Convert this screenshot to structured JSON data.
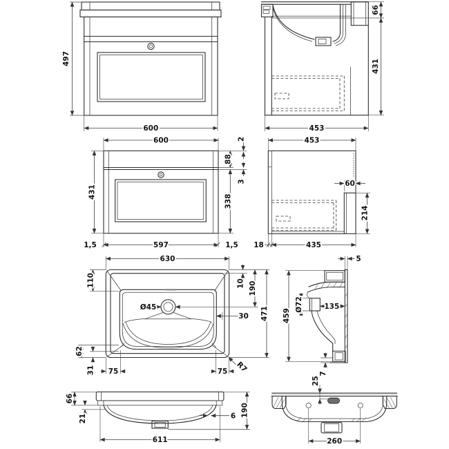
{
  "meta": {
    "background": "#ffffff",
    "line_color": "#2e2e2e",
    "dim_color": "#3d3d3d",
    "overflow_slot_fill": "#6e6e6e"
  },
  "views": {
    "vanity_front": {
      "overall_height": "497",
      "overall_width": "600"
    },
    "vanity_side": {
      "basin_height": "66",
      "cabinet_height": "431",
      "overall_depth": "453"
    },
    "cabinet_front": {
      "overall_width": "600",
      "top_reveal": "2",
      "drawer_front_height": "88",
      "reveal_gap": "3",
      "door_height": "338",
      "cabinet_height": "431",
      "left_gap": "1,5",
      "front_width": "597",
      "right_gap": "1,5"
    },
    "cabinet_side": {
      "overall_depth": "453",
      "back_rail_width": "60",
      "back_rail_height": "214",
      "panel_thickness": "18",
      "internal_depth": "435"
    },
    "basin_plan": {
      "overall_width": "630",
      "edge_to_bowl": "110",
      "rim_offset": "10",
      "edge_to_waste": "190",
      "overall_depth": "471",
      "rim_width": "30",
      "waste_diameter": "Ø45",
      "front_lip_depth": "62",
      "front_edge_depth": "31",
      "left_bowl_inset": "75",
      "right_bowl_inset": "75",
      "corner_radius": "R7"
    },
    "basin_section": {
      "back_thickness": "5",
      "overall_depth": "459",
      "overflow_diameter": "Ø72",
      "bowl_inner_depth": "135",
      "base_thickness": "7"
    },
    "basin_front": {
      "rim_height": "66",
      "lip_height": "21",
      "shell_thickness": "6",
      "overall_height": "190",
      "underside_width": "611"
    },
    "basin_back": {
      "overflow_offset": "25",
      "fixing_hole_centres": "260"
    }
  }
}
